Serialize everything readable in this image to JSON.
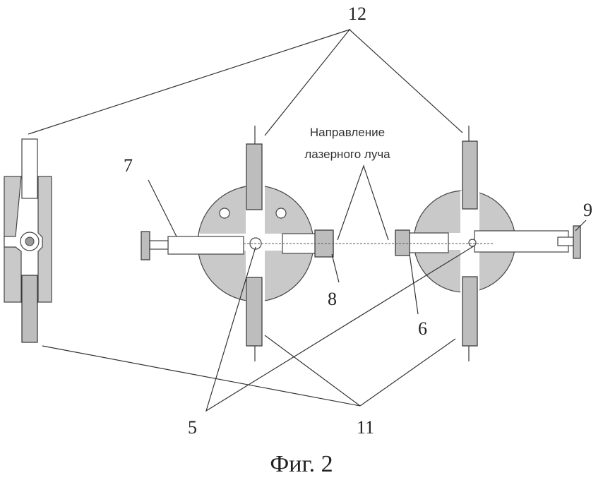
{
  "labels": {
    "ref_12": "12",
    "direction_line1": "Направление",
    "direction_line2": "лазерного луча",
    "ref_7": "7",
    "ref_9": "9",
    "ref_8": "8",
    "ref_6": "6",
    "ref_5": "5",
    "ref_11": "11"
  },
  "caption": "Фиг. 2"
}
